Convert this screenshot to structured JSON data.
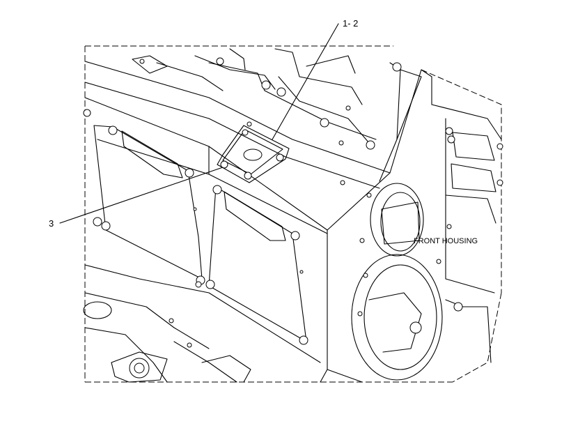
{
  "callouts": {
    "part_1_2": "1- 2",
    "part_3": "3"
  },
  "labels": {
    "front_housing": "FRONT HOUSING"
  },
  "icons": {
    "engine_block": "engine-block-illustration"
  },
  "colors": {
    "line": "#000000",
    "background": "#ffffff"
  }
}
